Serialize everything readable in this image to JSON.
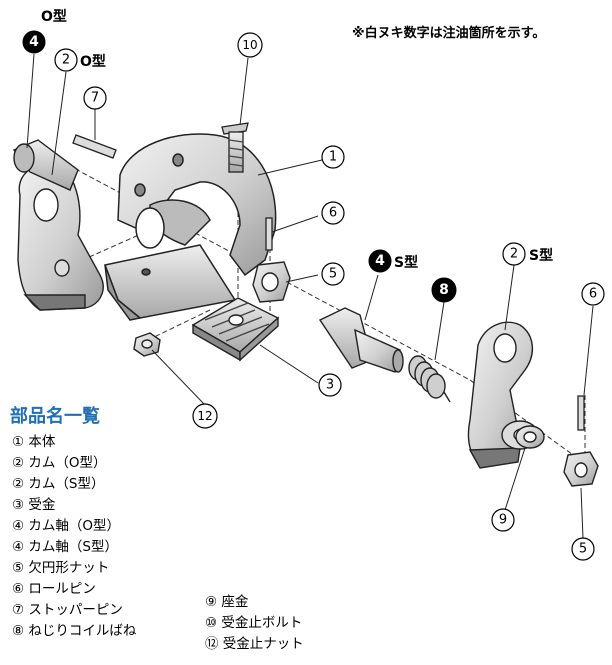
{
  "note": "※白ヌキ数字は注油箇所を示す。",
  "legend_title": "部品名一覧",
  "parts_col1": [
    "① 本体",
    "② カム（O型）",
    "② カム（S型）",
    "③ 受金",
    "④ カム軸（O型）",
    "④ カム軸（S型）",
    "⑤ 欠円形ナット",
    "⑥ ロールピン",
    "⑦ ストッパーピン",
    "⑧ ねじりコイルばね"
  ],
  "parts_col2": [
    "⑨ 座金",
    "⑩ 受金止ボルト",
    "⑫ 受金止ナット"
  ],
  "callouts": {
    "c1": "1",
    "c2": "2",
    "c3": "3",
    "c4a": "4",
    "c4b": "4",
    "c5a": "5",
    "c5b": "5",
    "c6a": "6",
    "c6b": "6",
    "c7": "7",
    "c8": "8",
    "c9": "9",
    "c10": "10",
    "c12": "12",
    "c2b": "2"
  },
  "labels": {
    "o_type_top": "O型",
    "o_type_cam": "O型",
    "s_type_axis": "S型",
    "s_type_cam": "S型"
  }
}
